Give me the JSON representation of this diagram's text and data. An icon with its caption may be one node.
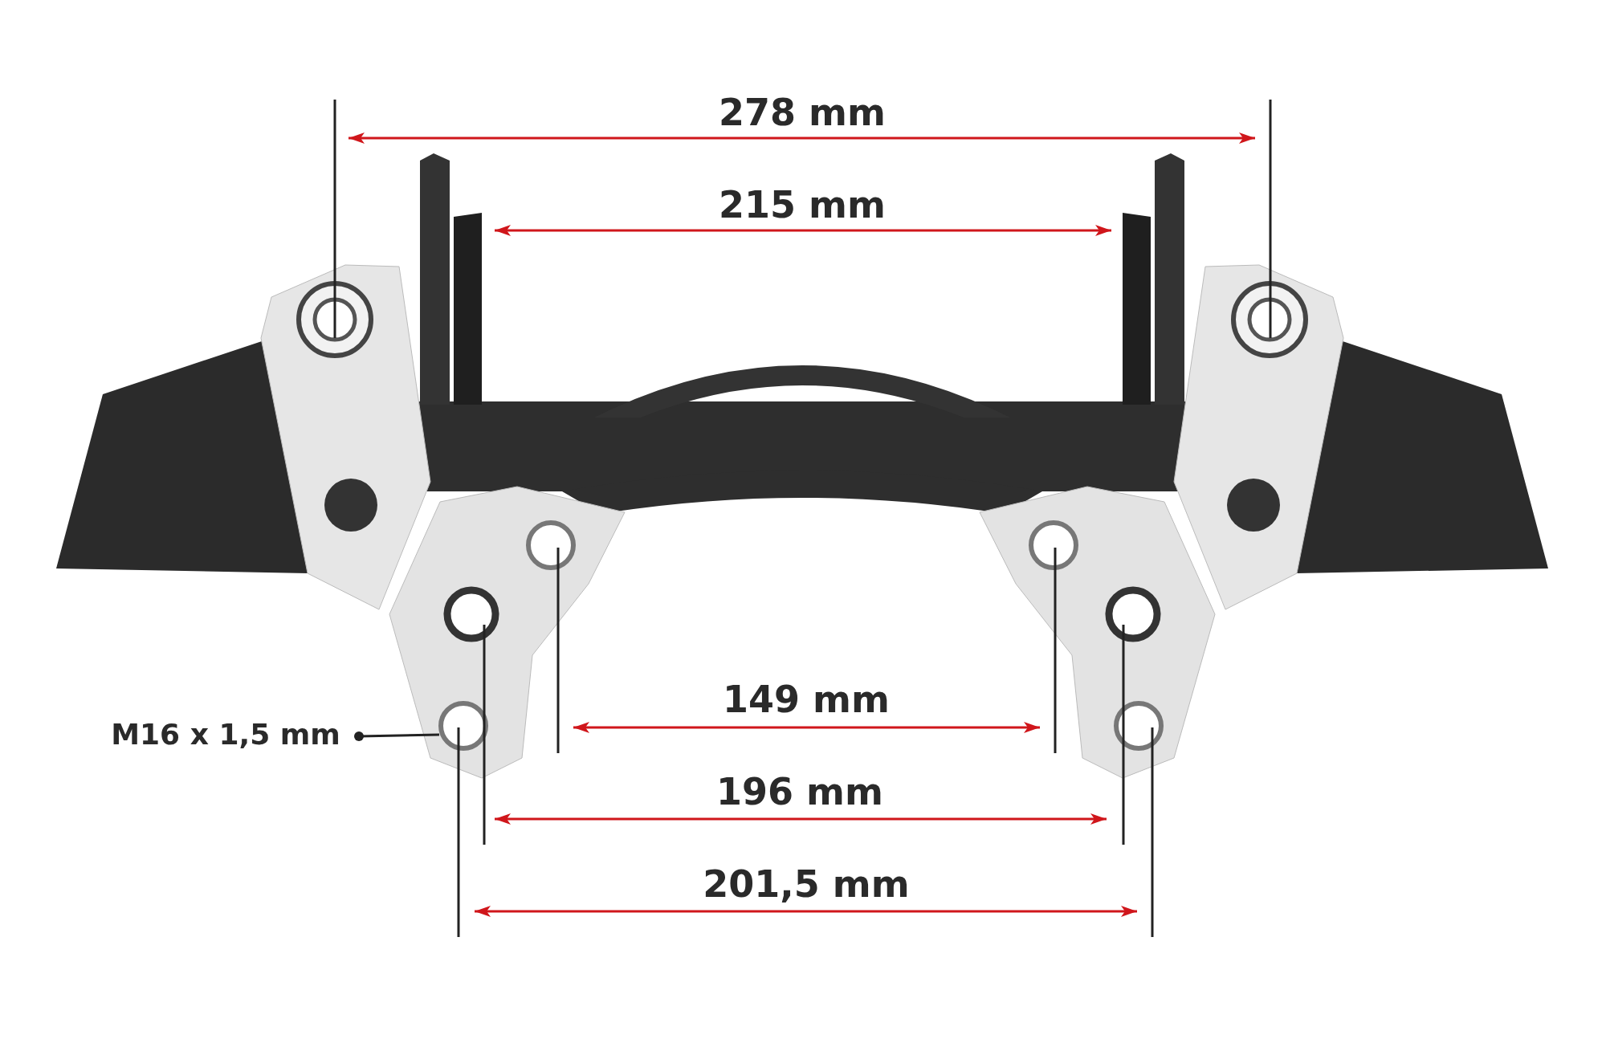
{
  "diagram": {
    "nodes": [
      {
        "text": [
          "M16 x 1,5 mm"
        ]
      },
      {
        "text": [],
        "shape": "circle"
      }
    ],
    "edges": [
      {
        "from": 0,
        "to": 1,
        "arrow": "other"
      }
    ],
    "labels": [
      "278 mm",
      "215 mm",
      "149 mm",
      "196 mm",
      "201,5 mm"
    ]
  }
}
